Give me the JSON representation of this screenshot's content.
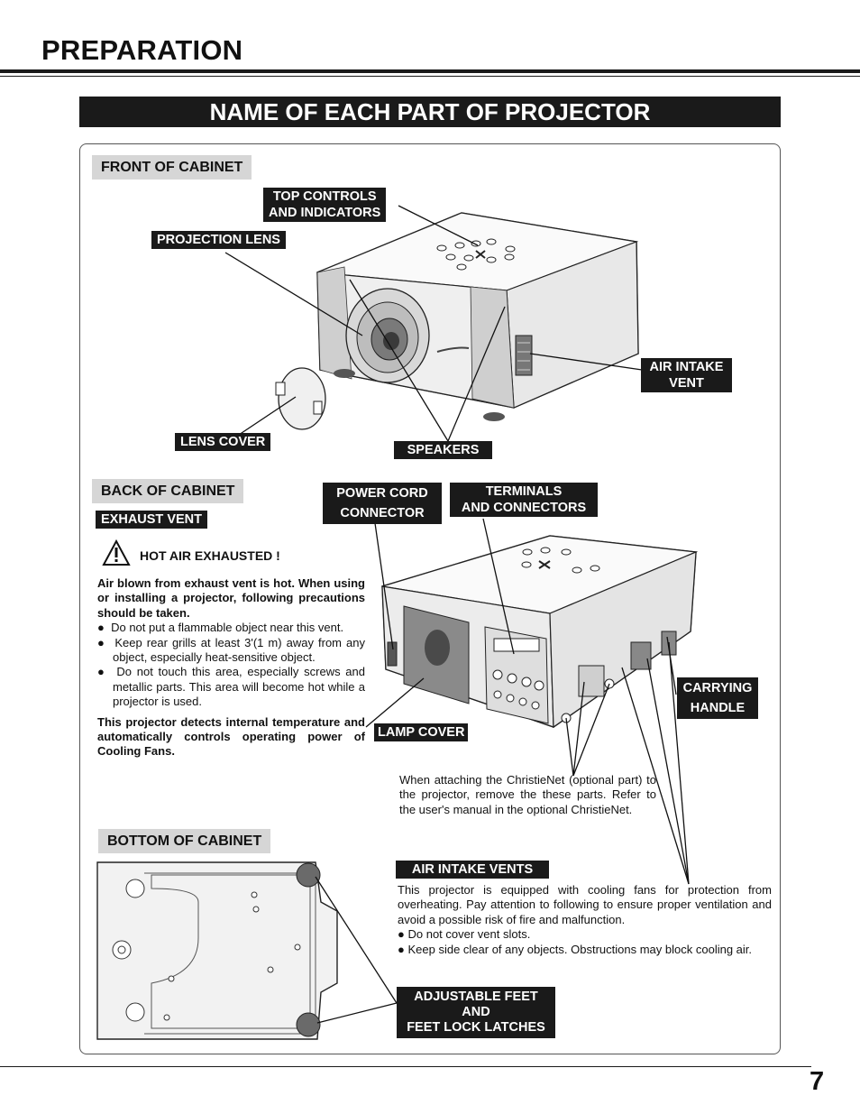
{
  "page": {
    "heading": "PREPARATION",
    "banner": "NAME OF EACH PART OF PROJECTOR",
    "page_number": "7"
  },
  "front": {
    "section": "FRONT OF CABINET",
    "top_controls_1": "TOP CONTROLS",
    "top_controls_2": "AND INDICATORS",
    "projection_lens": "PROJECTION LENS",
    "air_intake_1": "AIR INTAKE",
    "air_intake_2": "VENT",
    "lens_cover": "LENS COVER",
    "speakers": "SPEAKERS"
  },
  "back": {
    "section": "BACK OF CABINET",
    "exhaust_vent": "EXHAUST VENT",
    "hot_air": "HOT AIR EXHAUSTED !",
    "warning_intro": "Air blown from exhaust vent is hot.  When using or installing a projector, following precautions should be taken.",
    "bullets": [
      "Do not put a flammable object near this vent.",
      "Keep rear grills at least 3'(1 m) away from any object, especially heat-sensitive object.",
      "Do not touch this area, especially screws and metallic parts.  This area will become hot while a projector is used."
    ],
    "temp_note": "This projector detects internal temperature and automatically controls operating power of Cooling Fans.",
    "power_cord_1": "POWER CORD",
    "power_cord_2": "CONNECTOR",
    "terminals_1": "TERMINALS",
    "terminals_2": "AND CONNECTORS",
    "carrying_1": "CARRYING",
    "carrying_2": "HANDLE",
    "lamp_cover": "LAMP COVER",
    "christienet_note": "When attaching the ChristieNet (optional part) to the projector, remove the these parts. Refer to the user's manual in the optional ChristieNet."
  },
  "bottom": {
    "section": "BOTTOM OF CABINET",
    "air_intake_vents": "AIR INTAKE VENTS",
    "vents_intro": "This projector is equipped with cooling fans for protection from overheating.  Pay attention to following to ensure proper ventilation and avoid a possible risk of fire and malfunction.",
    "bullets": [
      "Do not cover vent slots.",
      "Keep side clear of any objects.  Obstructions may block cooling air."
    ],
    "feet_1": "ADJUSTABLE FEET",
    "feet_2": "AND",
    "feet_3": "FEET LOCK LATCHES"
  },
  "symbols": {
    "bullet": "●",
    "warning_icon": "warning-triangle-icon"
  }
}
